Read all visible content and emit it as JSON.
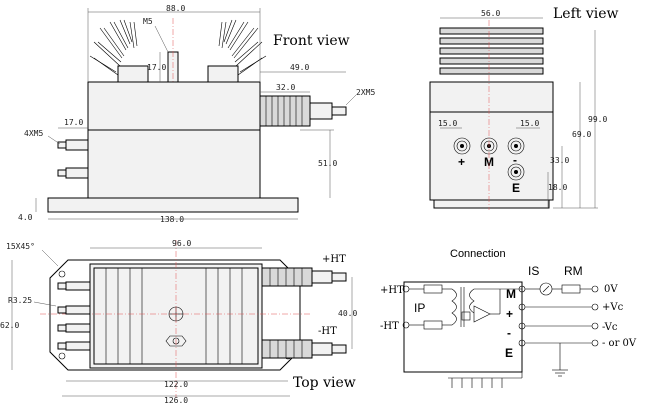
{
  "views": {
    "front": "Front view",
    "left": "Left view",
    "top": "Top view"
  },
  "connection": {
    "title": "Connection",
    "ip": "IP",
    "is": "IS",
    "rm": "RM",
    "m": "M",
    "plus": "+",
    "minus": "-",
    "e": "E",
    "ht_plus": "+HT",
    "ht_minus": "-HT",
    "out_0v": "0V",
    "vc_plus": "+Vc",
    "vc_minus": "-Vc",
    "vc_zero": "- or 0V"
  },
  "front_dims": {
    "d88": "88.0",
    "m5": "M5",
    "d17v": "17.0",
    "d49": "49.0",
    "d32": "32.0",
    "twoxm5": "2XM5",
    "fourxm5": "4XM5",
    "d17h": "17.0",
    "d51": "51.0",
    "d4": "4.0",
    "d138": "138.0"
  },
  "left_dims": {
    "d56": "56.0",
    "d15a": "15.0",
    "d15b": "15.0",
    "d99": "99.0",
    "d69": "69.0",
    "d33": "33.0",
    "d18": "18.0",
    "plus": "+",
    "m": "M",
    "minus": "-",
    "e": "E"
  },
  "top_dims": {
    "chamfer": "15X45°",
    "d96": "96.0",
    "ht_plus": "+HT",
    "ht_minus": "-HT",
    "r325": "R3.25",
    "d62": "62.0",
    "d40": "40.0",
    "d122": "122.0",
    "d126": "126.0"
  }
}
